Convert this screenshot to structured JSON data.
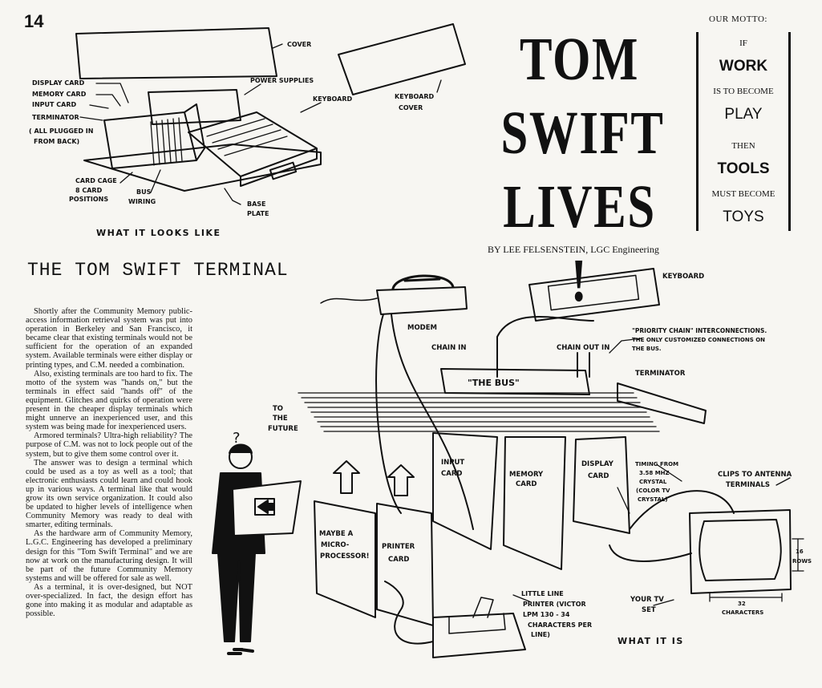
{
  "page_number": "14",
  "masthead": [
    "TOM",
    "SWIFT",
    "LIVES !"
  ],
  "byline": "BY LEE FELSENSTEIN, LGC Engineering",
  "motto": {
    "title": "OUR MOTTO:",
    "lines": [
      "IF",
      "WORK",
      "IS TO BECOME",
      "PLAY",
      "THEN",
      "TOOLS",
      "MUST BECOME",
      "TOYS"
    ]
  },
  "top_diagram": {
    "caption": "WHAT IT LOOKS LIKE",
    "labels": {
      "cover": "COVER",
      "display_card": "DISPLAY CARD",
      "memory_card": "MEMORY CARD",
      "input_card": "INPUT CARD",
      "terminator": "TERMINATOR",
      "plugged_1": "( ALL PLUGGED IN",
      "plugged_2": "FROM BACK)",
      "power_supplies": "POWER SUPPLIES",
      "keyboard": "KEYBOARD",
      "keyboard_cover_1": "KEYBOARD",
      "keyboard_cover_2": "COVER",
      "card_cage_1": "CARD CAGE",
      "card_cage_2": "8 CARD",
      "card_cage_3": "POSITIONS",
      "bus_wiring_1": "BUS",
      "bus_wiring_2": "WIRING",
      "base_plate_1": "BASE",
      "base_plate_2": "PLATE"
    }
  },
  "article": {
    "title": "THE TOM SWIFT TERMINAL",
    "paragraphs": [
      "Shortly after the Community Memory public-access information retrieval system was put into operation in Berkeley and San Francisco, it became clear that existing terminals would not be sufficient for the operation of an expanded system. Available terminals were either display or printing types, and C.M. needed a combination.",
      "Also, existing terminals are too hard to fix. The motto of the system was \"hands on,\" but the terminals in effect said \"hands off\" of the equipment. Glitches and quirks of operation were present in the cheaper display terminals which might unnerve an inexperienced user, and this system was being made for inexperienced users.",
      "Armored terminals? Ultra-high reliability? The purpose of C.M. was not to lock people out of the system, but to give them some control over it.",
      "The answer was to design a terminal which could be used as a toy as well as a tool; that electronic enthusiasts could learn and could hook up in various ways. A terminal like that would grow its own service organization. It could also be updated to higher levels of intelligence when Community Memory was ready to deal with smarter, editing terminals.",
      "As the hardware arm of Community Memory, L.G.C. Engineering has developed a preliminary design for this \"Tom Swift Terminal\" and we are now at work on the manufacturing design. It will be part of the future Community Memory systems and will be offered for sale as well.",
      "As a terminal, it is over-designed, but NOT over-specialized. In fact, the design effort has gone into making it as modular and adaptable as possible."
    ]
  },
  "main_diagram": {
    "caption": "WHAT IT IS",
    "labels": {
      "modem": "MODEM",
      "keyboard": "KEYBOARD",
      "chain_in": "CHAIN IN",
      "chain_out_in": "CHAIN OUT  IN",
      "priority_1": "\"PRIORITY CHAIN\" INTERCONNECTIONS.",
      "priority_2": "THE ONLY CUSTOMIZED CONNECTIONS ON",
      "priority_3": "THE BUS.",
      "the_bus": "\"THE BUS\"",
      "terminator": "TERMINATOR",
      "to_the_future_1": "TO",
      "to_the_future_2": "THE",
      "to_the_future_3": "FUTURE",
      "input_card_1": "INPUT",
      "input_card_2": "CARD",
      "memory_card_1": "MEMORY",
      "memory_card_2": "CARD",
      "display_card_1": "DISPLAY",
      "display_card_2": "CARD",
      "timing_1": "TIMING FROM",
      "timing_2": "3.58 MHZ",
      "timing_3": "CRYSTAL",
      "timing_4": "(COLOR TV",
      "timing_5": "CRYSTAL)",
      "clips_1": "CLIPS TO ANTENNA",
      "clips_2": "TERMINALS",
      "microprocessor_1": "MAYBE A",
      "microprocessor_2": "MICRO-",
      "microprocessor_3": "PROCESSOR!",
      "printer_card_1": "PRINTER",
      "printer_card_2": "CARD",
      "printer_1": "LITTLE LINE",
      "printer_2": "PRINTER (VICTOR",
      "printer_3": "LPM 130 - 34",
      "printer_4": "CHARACTERS PER",
      "printer_5": "LINE)",
      "your_tv_1": "YOUR TV",
      "your_tv_2": "SET",
      "rows_1": "16",
      "rows_2": "ROWS",
      "characters_1": "32",
      "characters_2": "CHARACTERS",
      "question": "?"
    }
  }
}
